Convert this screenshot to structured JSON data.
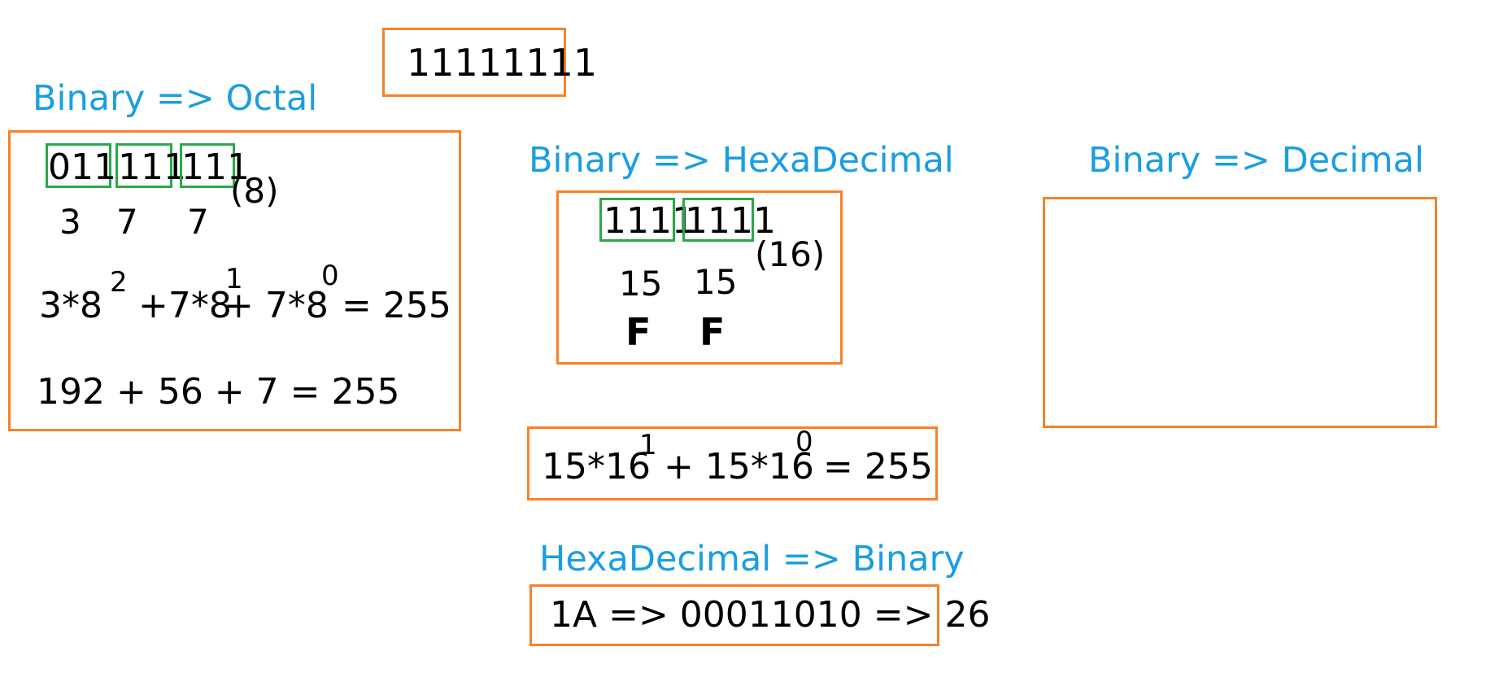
{
  "top_value": "11111111",
  "colors": {
    "box_border": "#f5822b",
    "group_border": "#2aa84a",
    "title_text": "#1a9ee0",
    "body_text": "#000000"
  },
  "octal": {
    "title": "Binary => Octal",
    "groups": [
      "011",
      "111",
      "111"
    ],
    "base": "(8)",
    "digits": [
      "3",
      "7",
      "7"
    ],
    "expansion": {
      "t1": "3*8",
      "e1": "2",
      "t2": "+7*8",
      "e2": "1",
      "t3": "+ 7*8",
      "e3": "0",
      "result": "= 255"
    },
    "sum": "192 + 56 + 7 = 255"
  },
  "hex": {
    "title": "Binary => HexaDecimal",
    "groups": [
      "1111",
      "1111"
    ],
    "base": "(16)",
    "values": [
      "15",
      "15"
    ],
    "letters": [
      "F",
      "F"
    ],
    "expansion": {
      "t1": "15*16",
      "e1": "1",
      "t2": "+ 15*16",
      "e2": "0",
      "result": "= 255"
    }
  },
  "decimal": {
    "title": "Binary => Decimal"
  },
  "hex_to_binary": {
    "title": "HexaDecimal => Binary",
    "expression": "1A => 00011010 => 26"
  }
}
